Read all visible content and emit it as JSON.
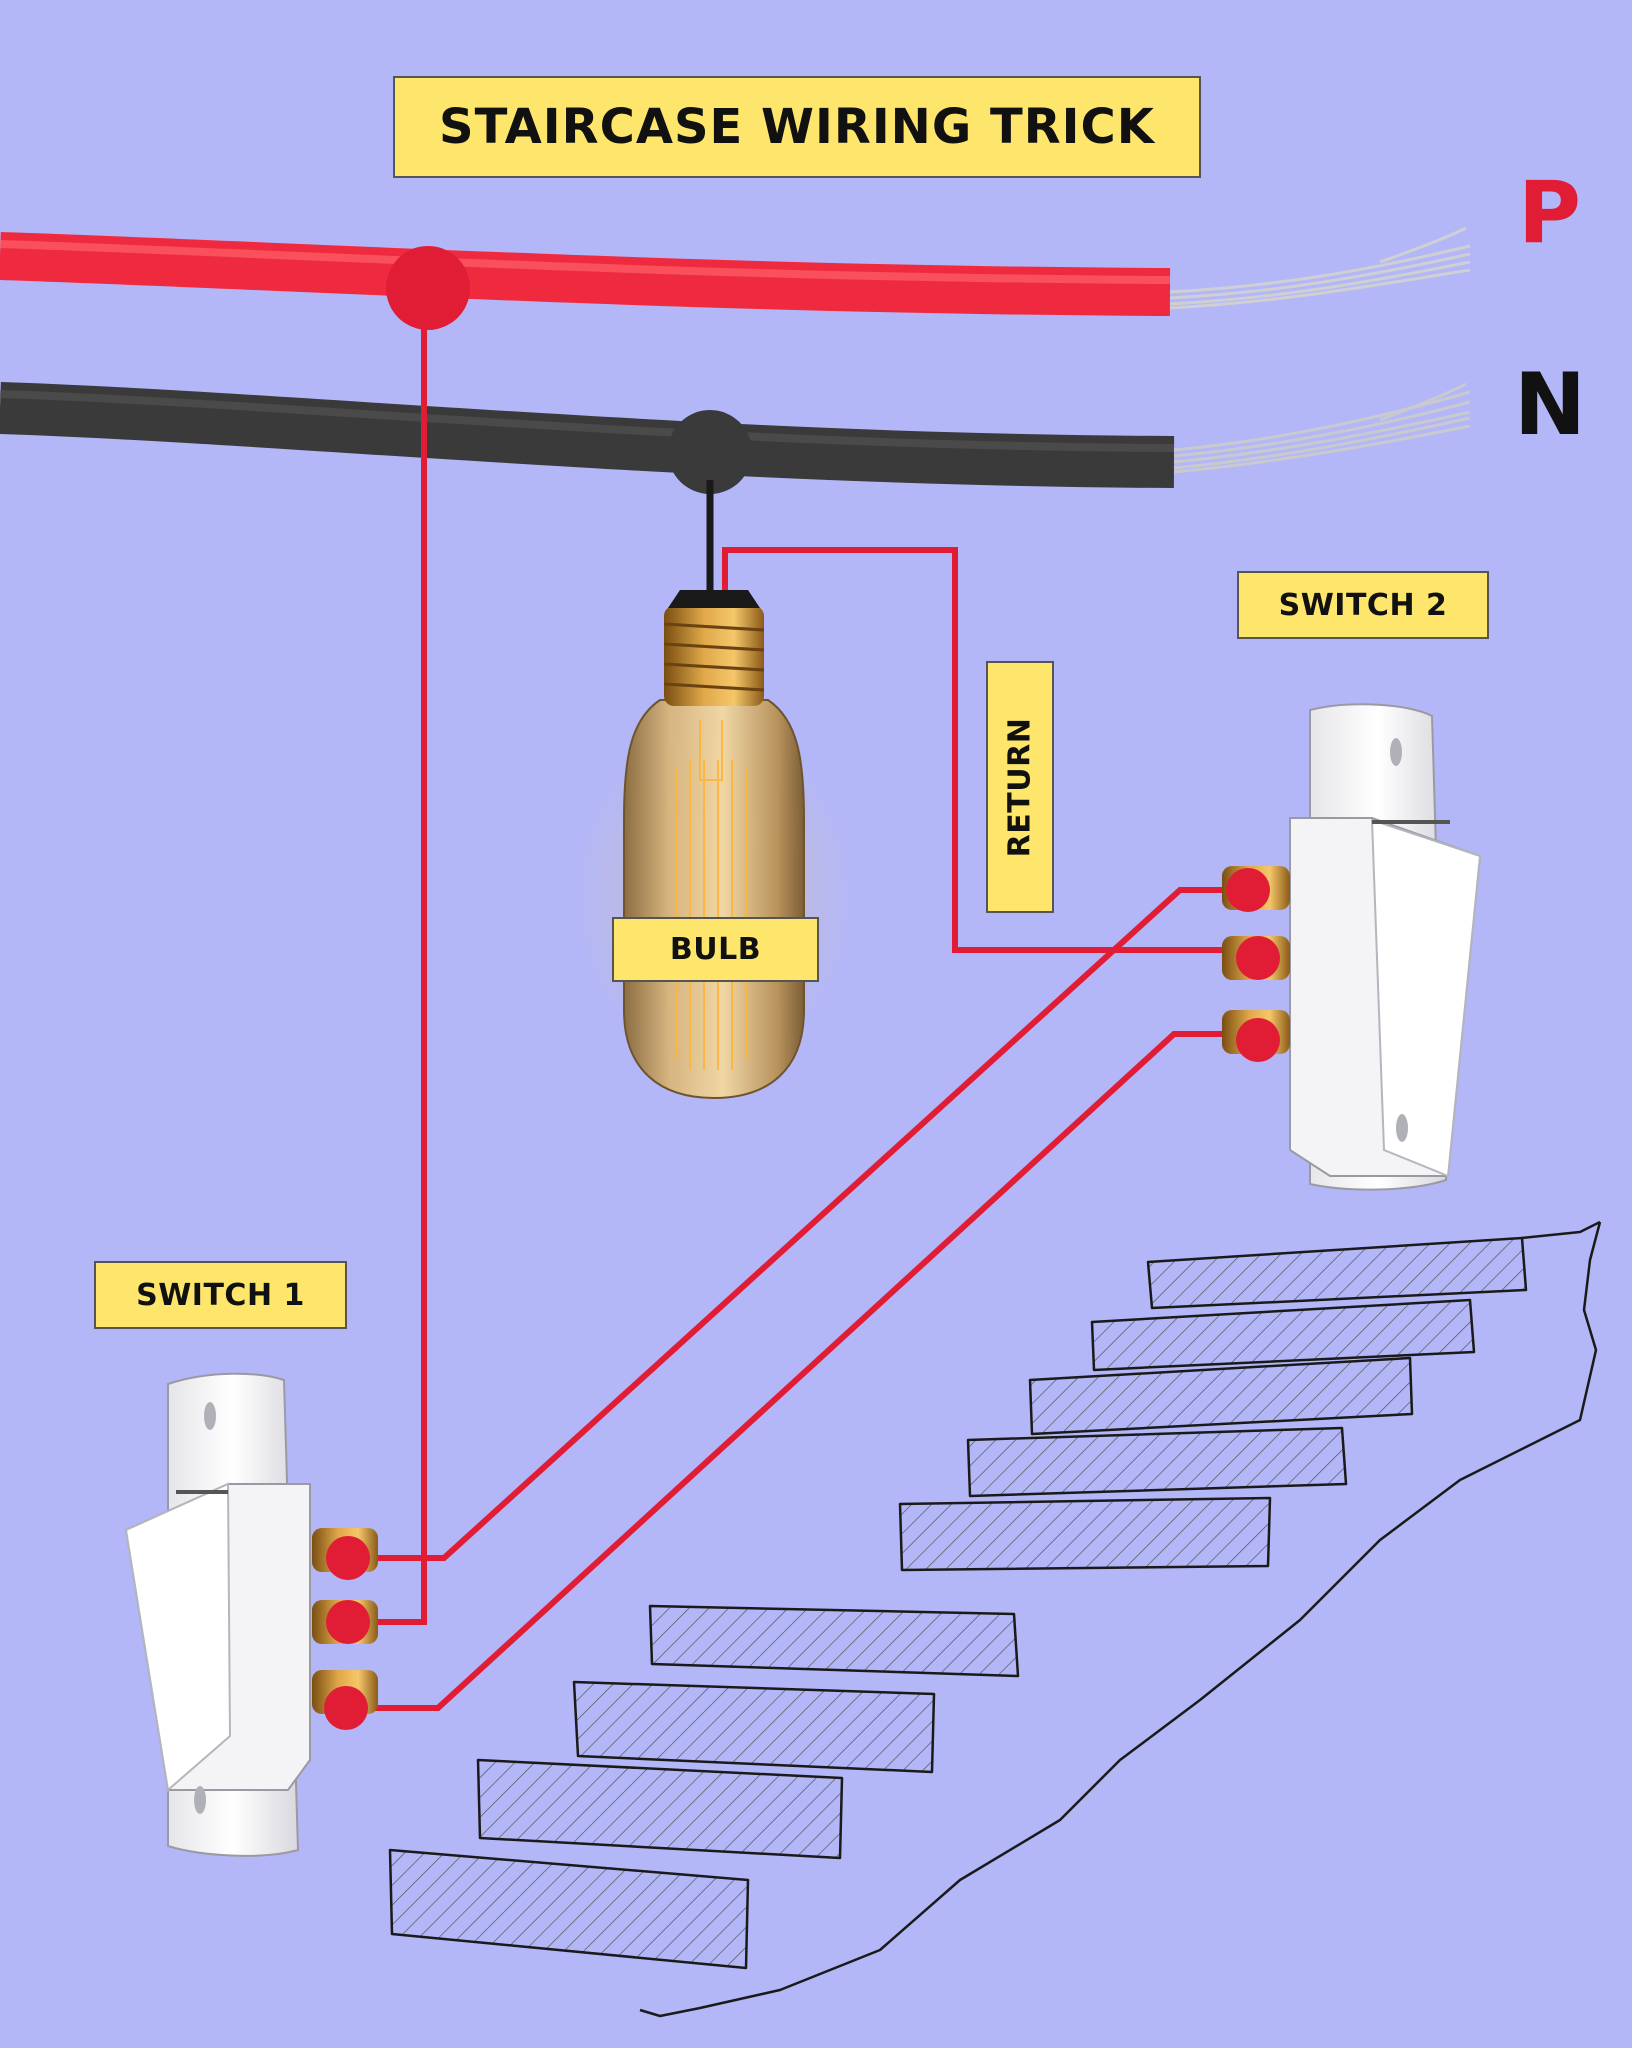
{
  "title": "STAIRCASE WIRING TRICK",
  "terminals": {
    "phase": "P",
    "neutral": "N"
  },
  "labels": {
    "switch_1": "SWITCH 1",
    "switch_2": "SWITCH 2",
    "bulb": "BULB",
    "return": "RETURN"
  },
  "colors": {
    "background": "#b3b7f7",
    "phase_wire": "#e11d35",
    "neutral_wire": "#3a3a3a",
    "label_fill": "#fde66b",
    "bulb_base": "#c48a2a"
  },
  "components": [
    {
      "type": "switch",
      "label_ref": "switch_1",
      "terminals": 3
    },
    {
      "type": "switch",
      "label_ref": "switch_2",
      "terminals": 3
    },
    {
      "type": "bulb",
      "label_ref": "bulb"
    }
  ],
  "icons": [
    "wall-switch-icon",
    "light-bulb-icon",
    "staircase-sketch"
  ]
}
